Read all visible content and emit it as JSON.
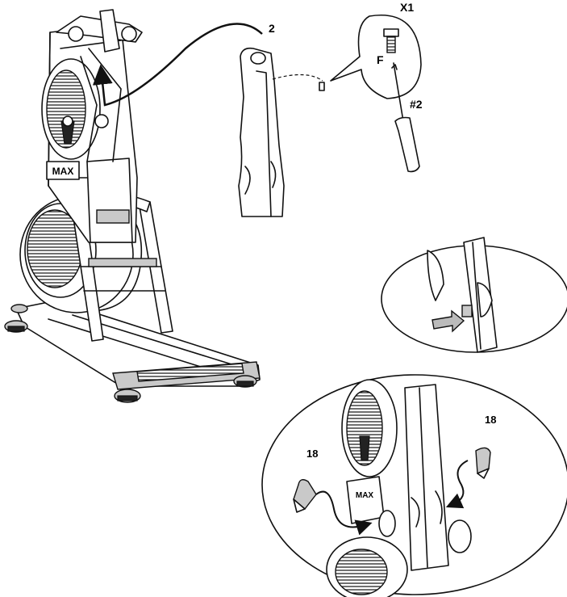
{
  "labels": {
    "part_number": "2",
    "quantity": "X1",
    "screw_letter": "F",
    "screwdriver_size": "#2",
    "cap_left": "18",
    "cap_right": "18"
  },
  "colors": {
    "line": "#111111",
    "fill_gray": "#c9c9c9",
    "fill_dark": "#222222",
    "background": "#ffffff"
  }
}
